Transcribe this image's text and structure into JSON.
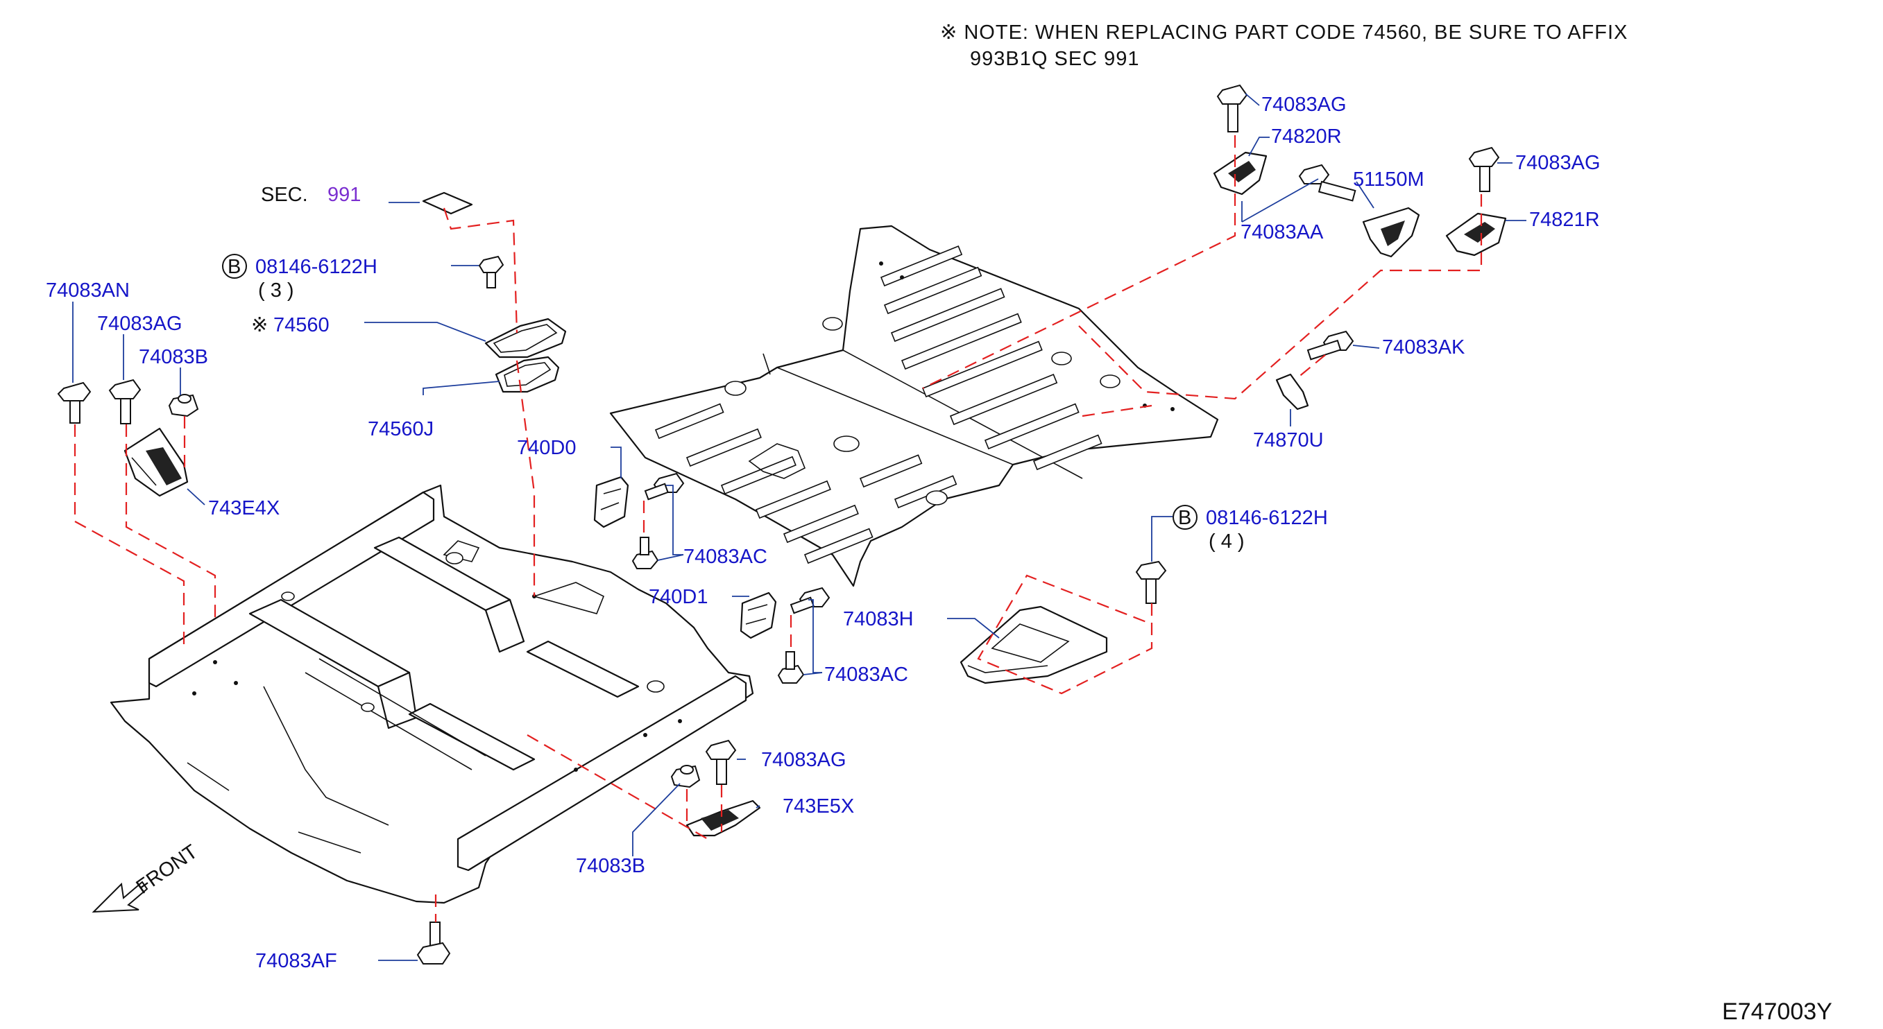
{
  "note": {
    "line1": "※ NOTE:  WHEN  REPLACING  PART  CODE  74560,  BE  SURE  TO  AFFIX",
    "line2": "993B1Q  SEC  991"
  },
  "sec_ref": {
    "prefix": "SEC.",
    "number": "991"
  },
  "bolt_callouts": [
    {
      "circle": "B",
      "code": "08146-6122H",
      "qty": "(  3  )"
    },
    {
      "circle": "B",
      "code": "08146-6122H",
      "qty": "(  4  )"
    }
  ],
  "labels": {
    "p74083AN": "74083AN",
    "p74083AG_left": "74083AG",
    "p74083B_top": "74083B",
    "p743E4X": "743E4X",
    "p74560_mark": "※",
    "p74560": "74560",
    "p74560J": "74560J",
    "p740D0": "740D0",
    "p74083AC_upper": "74083AC",
    "p740D1": "740D1",
    "p74083AC_lower": "74083AC",
    "p74083H": "74083H",
    "p74083AG_bottom": "74083AG",
    "p743E5X": "743E5X",
    "p74083B_bottom": "74083B",
    "p74083AF": "74083AF",
    "p74083AG_top": "74083AG",
    "p74820R": "74820R",
    "p74083AA": "74083AA",
    "p51150M": "51150M",
    "p74083AG_right": "74083AG",
    "p74821R": "74821R",
    "p74083AK": "74083AK",
    "p74870U": "74870U"
  },
  "front_label": "FRONT",
  "diagram_id": "E747003Y",
  "colors": {
    "label": "#1515c8",
    "sec_number": "#7b2fd0",
    "dash": "#e32020",
    "leader": "#1c3d9c"
  }
}
